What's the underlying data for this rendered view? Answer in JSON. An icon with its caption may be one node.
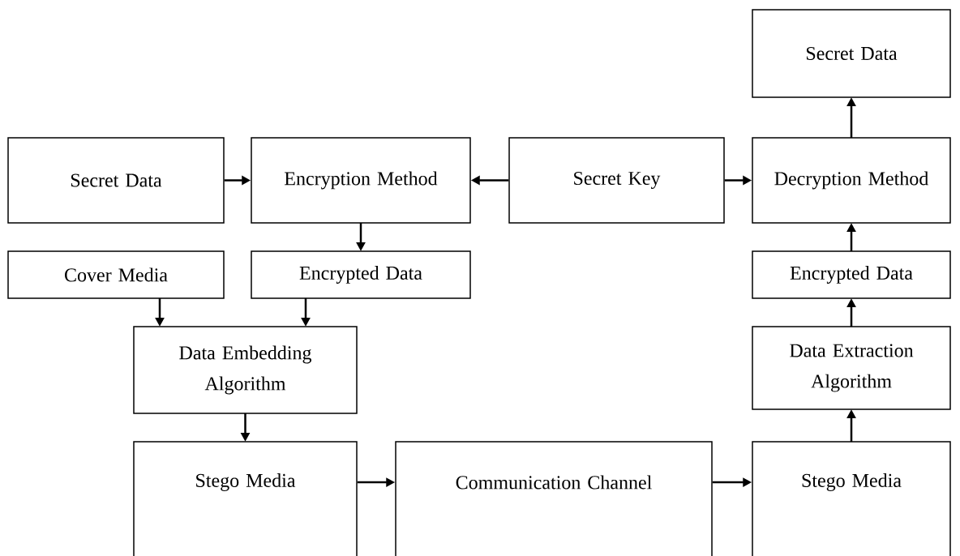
{
  "diagram": {
    "nodes": [
      {
        "text": [
          "Secret Data"
        ]
      },
      {
        "text": [
          "Secret Data"
        ]
      },
      {
        "text": [
          "Encryption Method"
        ]
      },
      {
        "text": [
          "Secret Key"
        ]
      },
      {
        "text": [
          "Decryption Method"
        ]
      },
      {
        "text": [
          "Cover Media"
        ]
      },
      {
        "text": [
          "Encrypted Data"
        ]
      },
      {
        "text": [
          "Encrypted Data"
        ]
      },
      {
        "text": [
          "Data Embedding Algorithm"
        ]
      },
      {
        "text": [
          "Data Extraction Algorithm"
        ]
      },
      {
        "text": [
          "Stego Media"
        ]
      },
      {
        "text": [
          "Communication Channel"
        ]
      },
      {
        "text": [
          "Stego Media"
        ]
      }
    ],
    "edges": [
      {
        "from": 1,
        "to": 2,
        "arrow": "to"
      },
      {
        "from": 3,
        "to": 2,
        "arrow": "to"
      },
      {
        "from": 3,
        "to": 4,
        "arrow": "to"
      },
      {
        "from": 2,
        "to": 6,
        "arrow": "to"
      },
      {
        "from": 5,
        "to": 8,
        "arrow": "to"
      },
      {
        "from": 6,
        "to": 8,
        "arrow": "to"
      },
      {
        "from": 8,
        "to": 10,
        "arrow": "to"
      },
      {
        "from": 10,
        "to": 11,
        "arrow": "to"
      },
      {
        "from": 11,
        "to": 12,
        "arrow": "to"
      },
      {
        "from": 12,
        "to": 9,
        "arrow": "to"
      },
      {
        "from": 9,
        "to": 7,
        "arrow": "to"
      },
      {
        "from": 7,
        "to": 4,
        "arrow": "to"
      },
      {
        "from": 4,
        "to": 0,
        "arrow": "to"
      }
    ]
  }
}
